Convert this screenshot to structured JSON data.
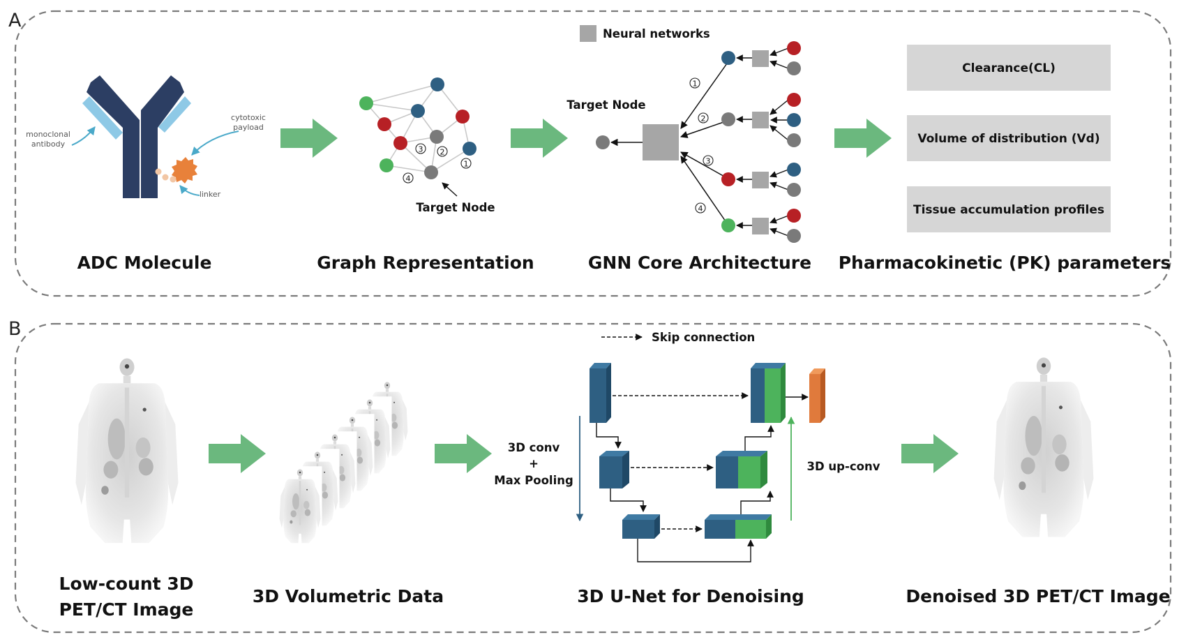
{
  "panel_a": {
    "letter": "A",
    "legend_neural_networks": "Neural networks",
    "adc_label_antibody_1": "monoclonal",
    "adc_label_antibody_2": "antibody",
    "adc_label_payload_1": "cytotoxic",
    "adc_label_payload_2": "payload",
    "adc_label_linker": "linker",
    "graph_target_node": "Target Node",
    "gnn_target_node": "Target Node",
    "hop_1": "1",
    "hop_2": "2",
    "hop_3": "3",
    "hop_4": "4",
    "pk_clearance": "Clearance(CL)",
    "pk_volume": "Volume of distribution (Vd)",
    "pk_tissue": "Tissue accumulation profiles",
    "caption_adc": "ADC Molecule",
    "caption_graph": "Graph Representation",
    "caption_gnn": "GNN Core Architecture",
    "caption_pk": "Pharmacokinetic (PK) parameters"
  },
  "panel_b": {
    "letter": "B",
    "skip_connection": "Skip connection",
    "conv_label_1": "3D conv",
    "conv_label_2": "+",
    "conv_label_3": "Max Pooling",
    "upconv_label": "3D up-conv",
    "caption_lowcount_1": "Low-count 3D",
    "caption_lowcount_2": "PET/CT Image",
    "caption_volumetric": "3D Volumetric Data",
    "caption_unet": "3D U-Net for Denoising",
    "caption_denoised": "Denoised 3D PET/CT Image"
  },
  "colors": {
    "antibody_dark": "#2c3e63",
    "antibody_light": "#8ec9e6",
    "payload": "#e8813a",
    "linker": "#f2c6a4",
    "node_blue": "#2e5f82",
    "node_red": "#b72025",
    "node_green": "#4db35c",
    "node_gray": "#7a7a7a",
    "arrow_green": "#6bb87e",
    "neural_box": "#a6a6a6",
    "pk_box": "#d6d6d6",
    "unet_blue": "#2e5f82",
    "unet_green": "#4db35c",
    "unet_orange": "#e07a3c",
    "dashed_border": "#7a7a7a"
  }
}
